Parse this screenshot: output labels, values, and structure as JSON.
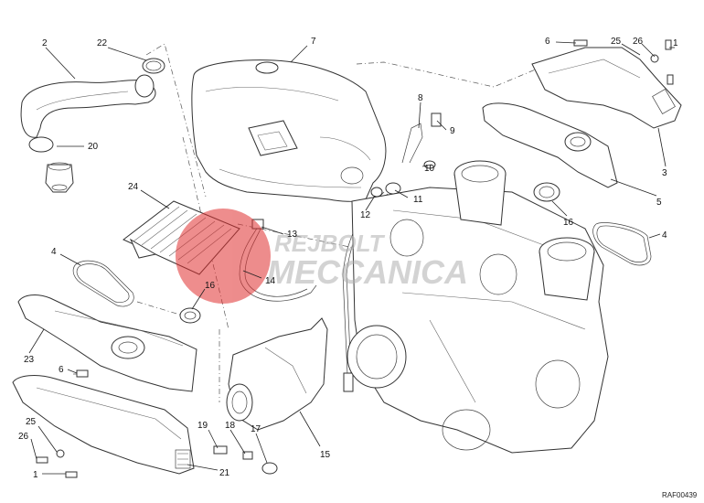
{
  "diagram": {
    "reference": "RAF00439",
    "watermark": {
      "line1": "REJBOLT",
      "line2": "MECCANICA"
    },
    "callouts": {
      "c1_top": "1",
      "c2": "2",
      "c3": "3",
      "c4_right": "4",
      "c5": "5",
      "c6_top": "6",
      "c7": "7",
      "c8": "8",
      "c9": "9",
      "c10": "10",
      "c11": "11",
      "c12": "12",
      "c13": "13",
      "c14": "14",
      "c15": "15",
      "c16_right": "16",
      "c16_left": "16",
      "c17": "17",
      "c18": "18",
      "c19": "19",
      "c20": "20",
      "c21": "21",
      "c22": "22",
      "c23": "23",
      "c24": "24",
      "c25_top": "25",
      "c26_top": "26",
      "c4_left": "4",
      "c6_left": "6",
      "c25_bottom": "25",
      "c26_bottom": "26",
      "c1_bottom": "1"
    }
  }
}
